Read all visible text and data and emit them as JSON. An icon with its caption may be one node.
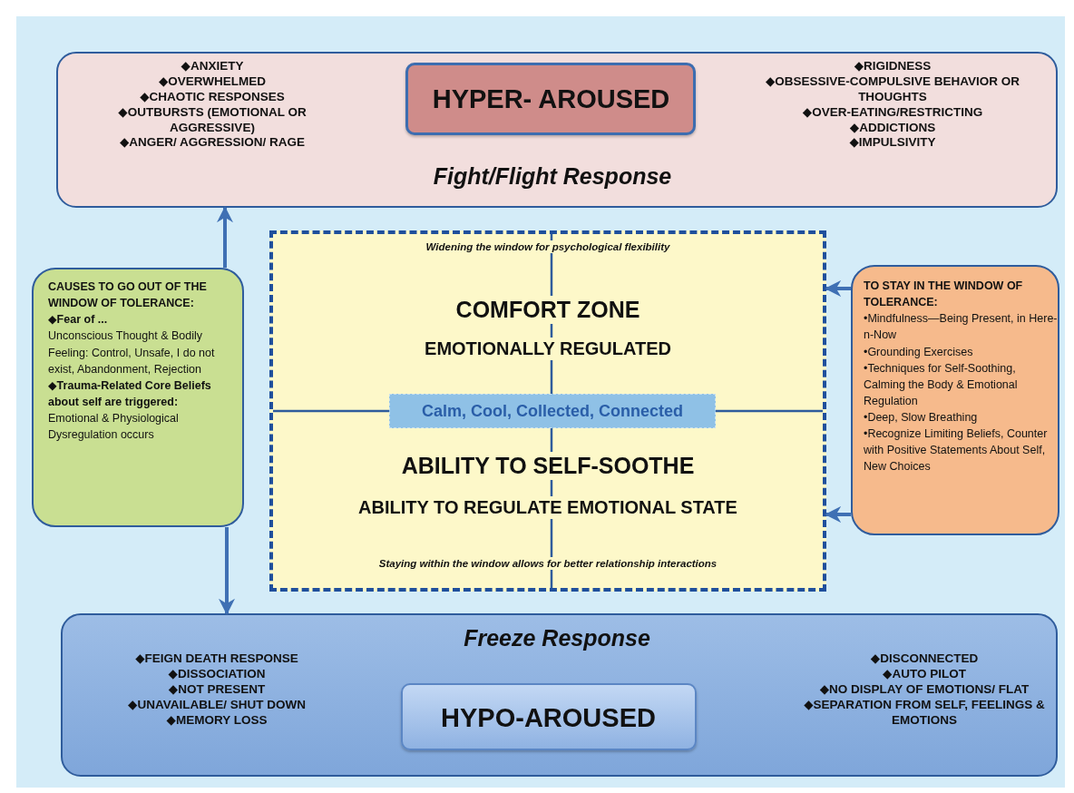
{
  "diagram": {
    "nodes": [
      {
        "text": [
          "◆ANXIETY",
          "◆OVERWHELMED",
          "◆CHAOTIC RESPONSES",
          "◆OUTBURSTS (EMOTIONAL OR AGGRESSIVE)",
          "◆ANGER/ AGGRESSION/ RAGE",
          "◆RIGIDNESS",
          "◆OBSESSIVE-COMPULSIVE BEHAVIOR OR THOUGHTS",
          "◆OVER-EATING/RESTRICTING",
          "◆ADDICTIONS",
          "◆IMPULSIVITY",
          "Fight/Flight Response"
        ]
      },
      {
        "text": [
          "HYPER- AROUSED"
        ],
        "in": 0
      },
      {
        "text": [
          "Widening the window for psychological flexibility",
          "COMFORT ZONE",
          "EMOTIONALLY REGULATED",
          "ABILITY TO SELF-SOOTHE",
          "ABILITY TO REGULATE EMOTIONAL STATE",
          "Staying within the window allows for better relationship interactions"
        ]
      },
      {
        "text": [
          "Calm, Cool, Collected, Connected"
        ],
        "in": 2
      },
      {
        "text": [
          "CAUSES TO GO OUT OF THE WINDOW OF TOLERANCE:",
          "◆Fear of ...",
          "Unconscious Thought & Bodily Feeling: Control, Unsafe, I do not exist, Abandonment, Rejection",
          "◆Trauma-Related Core Beliefs about self are triggered:",
          "Emotional & Physiological Dysregulation occurs"
        ]
      },
      {
        "text": [
          "TO STAY IN THE WINDOW OF TOLERANCE:",
          "•Mindfulness—Being Present, in Here-n-Now",
          "•Grounding Exercises",
          "•Techniques for Self-Soothing, Calming the Body & Emotional Regulation",
          "•Deep, Slow Breathing",
          "•Recognize Limiting Beliefs, Counter with Positive Statements About Self, New Choices"
        ]
      },
      {
        "text": [
          "Freeze Response",
          "◆FEIGN DEATH RESPONSE",
          "◆DISSOCIATION",
          "◆NOT PRESENT",
          "◆UNAVAILABLE/ SHUT DOWN",
          "◆MEMORY LOSS",
          "◆DISCONNECTED",
          "◆AUTO PILOT",
          "◆NO DISPLAY OF EMOTIONS/ FLAT",
          "◆SEPARATION FROM SELF, FEELINGS & EMOTIONS"
        ]
      },
      {
        "text": [
          "HYPO-AROUSED"
        ],
        "in": 6
      }
    ],
    "edges": [
      {
        "from": 4,
        "to": 0,
        "arrow": "to"
      },
      {
        "from": 4,
        "to": 6,
        "arrow": "to"
      },
      {
        "from": 5,
        "to": 2,
        "arrow": "to"
      },
      {
        "from": 5,
        "to": 2,
        "arrow": "to"
      }
    ]
  }
}
